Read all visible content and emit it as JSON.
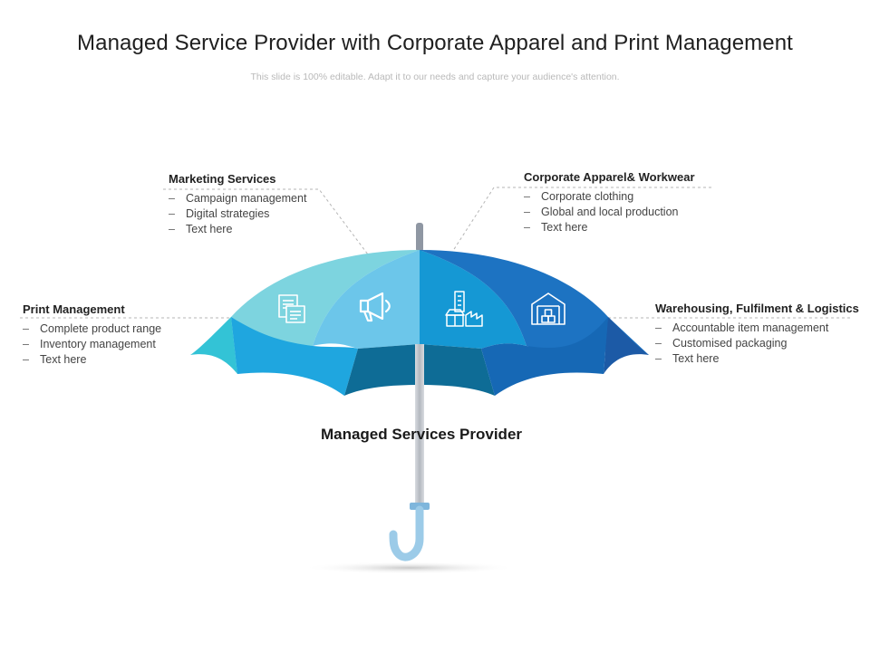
{
  "title": "Managed Service Provider with Corporate Apparel and Print Management",
  "subtitle": "This slide is 100% editable. Adapt it to our needs and capture your audience's attention.",
  "center_label": "Managed Services Provider",
  "colors": {
    "panel_1": "#7dd4df",
    "panel_2": "#6cc6ea",
    "panel_3": "#1598d4",
    "panel_4": "#1d73c2",
    "handle": "#9ccbe8",
    "shaft": "#c9cdd3"
  },
  "blocks": [
    {
      "key": "print",
      "heading": "Print Management",
      "items": [
        "Complete product range",
        "Inventory management",
        "Text here"
      ],
      "icon": "printer-document-icon"
    },
    {
      "key": "marketing",
      "heading": "Marketing Services",
      "items": [
        "Campaign management",
        "Digital strategies",
        "Text here"
      ],
      "icon": "megaphone-icon"
    },
    {
      "key": "apparel",
      "heading": "Corporate Apparel& Workwear",
      "items": [
        "Corporate clothing",
        "Global and local production",
        "Text here"
      ],
      "icon": "store-factory-icon"
    },
    {
      "key": "warehouse",
      "heading": "Warehousing, Fulfilment & Logistics",
      "items": [
        "Accountable item management",
        "Customised packaging",
        "Text here"
      ],
      "icon": "warehouse-icon"
    }
  ],
  "bullet_glyph": "–"
}
